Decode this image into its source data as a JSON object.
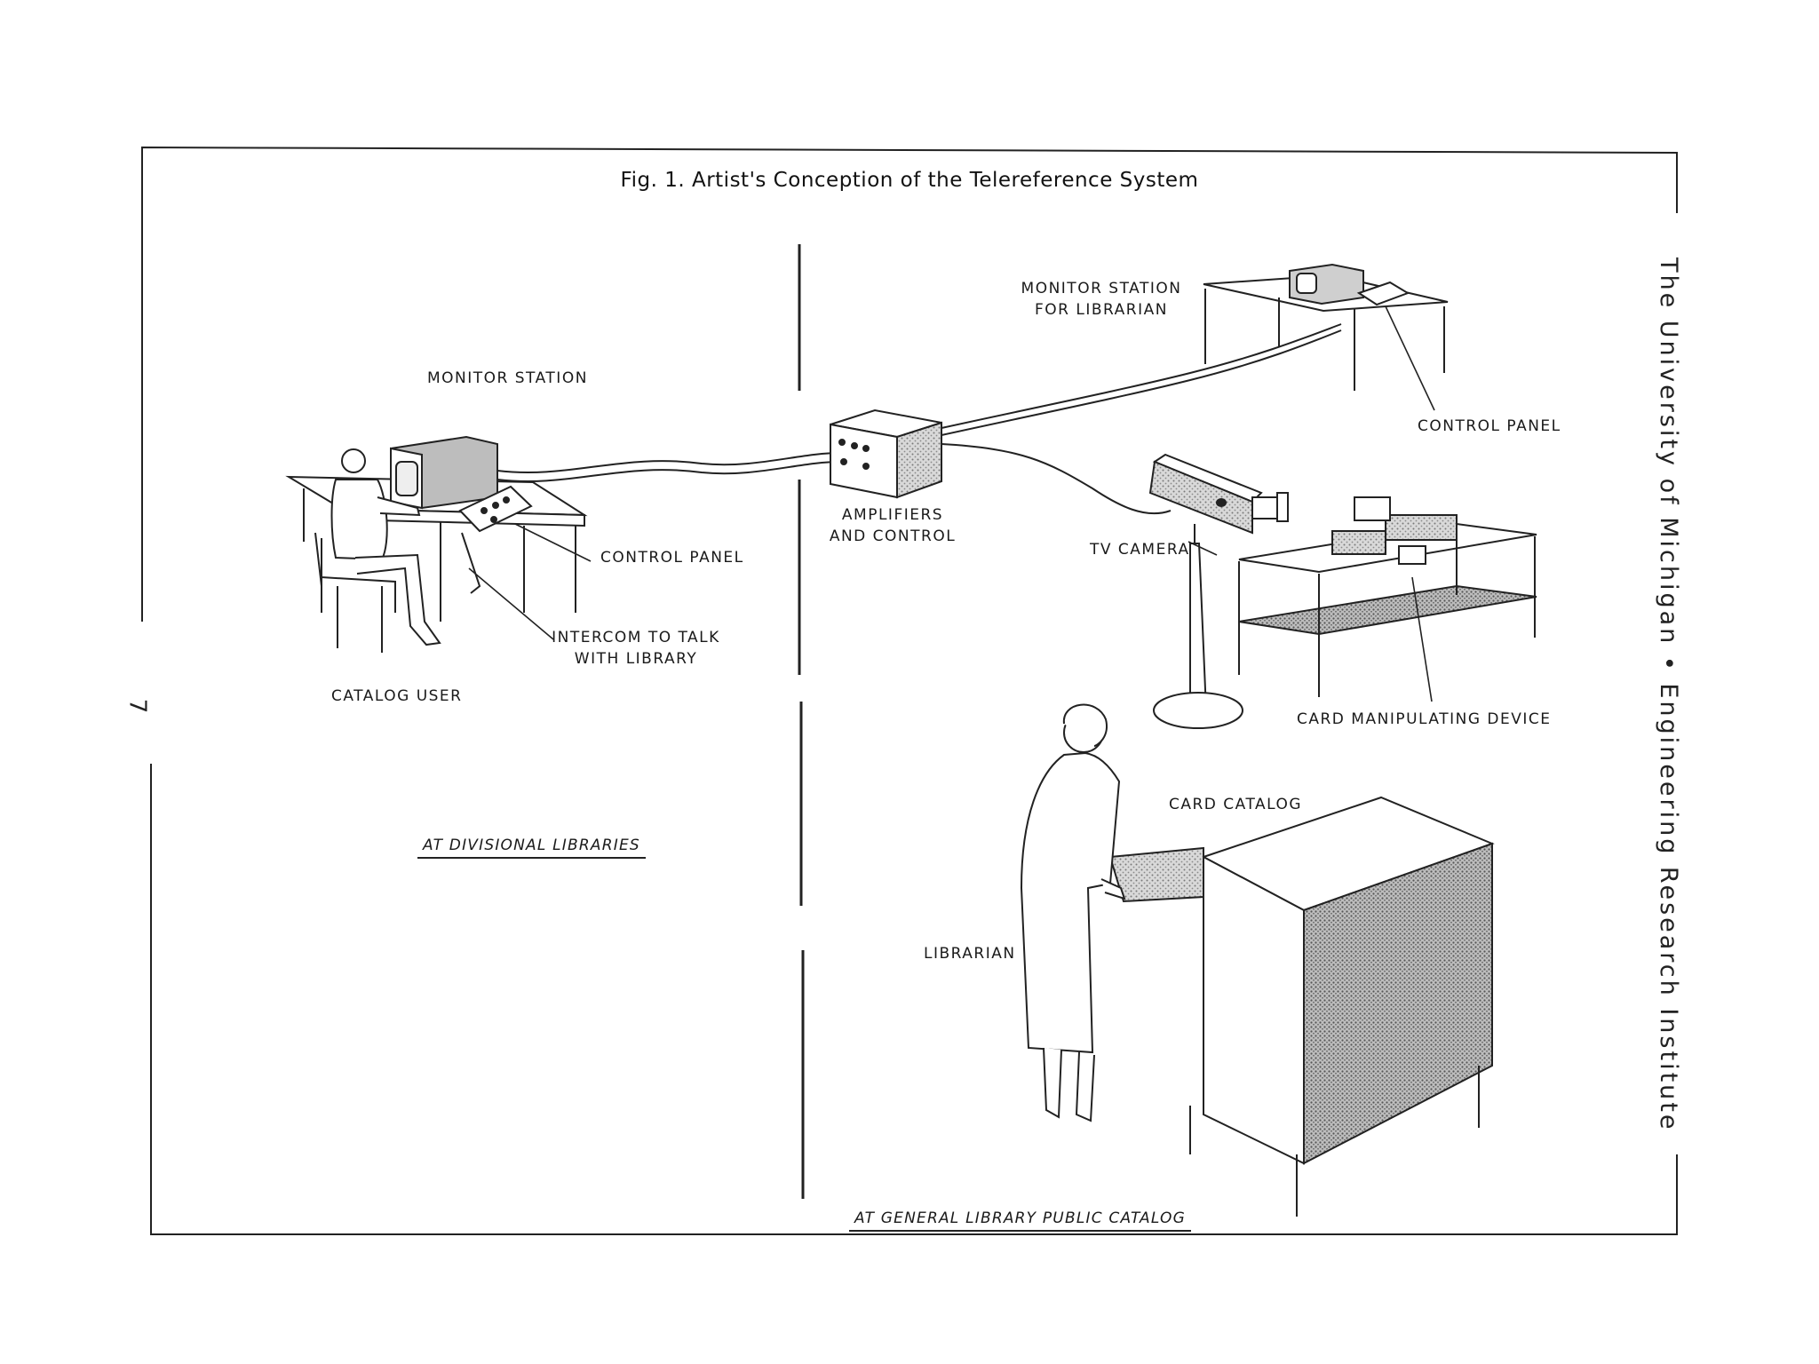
{
  "figure": {
    "title": "Fig. 1. Artist's Conception of the Telereference System",
    "side_text": "The University of Michigan • Engineering Research Institute",
    "page_number": "7"
  },
  "labels": {
    "monitor_station": "MONITOR STATION",
    "control_panel_left": "CONTROL PANEL",
    "intercom": [
      "INTERCOM TO TALK",
      "WITH LIBRARY"
    ],
    "catalog_user": "CATALOG USER",
    "amplifiers": [
      "AMPLIFIERS",
      "AND CONTROL"
    ],
    "monitor_station_librarian": [
      "MONITOR STATION",
      "FOR LIBRARIAN"
    ],
    "control_panel_right": "CONTROL PANEL",
    "tv_camera": "TV CAMERA",
    "card_manipulating_device": "CARD MANIPULATING DEVICE",
    "card_catalog": "CARD CATALOG",
    "librarian": "LIBRARIAN"
  },
  "sections": {
    "left": "AT DIVISIONAL LIBRARIES",
    "right": "AT GENERAL LIBRARY PUBLIC CATALOG"
  }
}
